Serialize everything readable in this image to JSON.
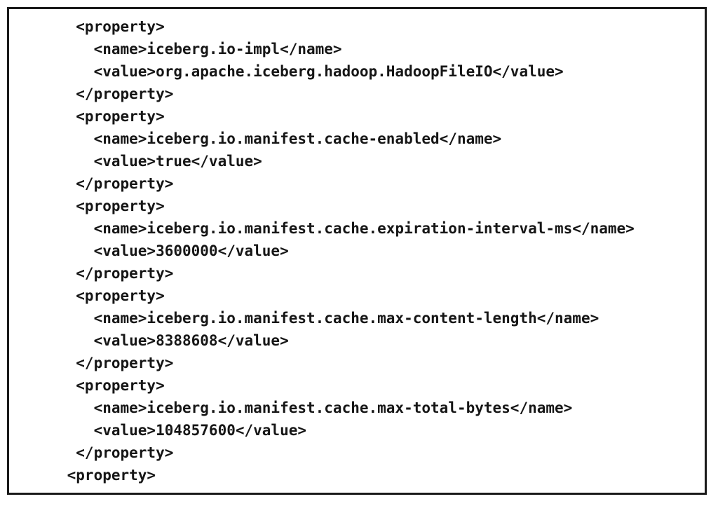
{
  "code_listing": {
    "lines": [
      "  <property>",
      "    <name>iceberg.io-impl</name>",
      "    <value>org.apache.iceberg.hadoop.HadoopFileIO</value>",
      "  </property>",
      "  <property>",
      "    <name>iceberg.io.manifest.cache-enabled</name>",
      "    <value>true</value>",
      "  </property>",
      "  <property>",
      "    <name>iceberg.io.manifest.cache.expiration-interval-ms</name>",
      "    <value>3600000</value>",
      "  </property>",
      "  <property>",
      "    <name>iceberg.io.manifest.cache.max-content-length</name>",
      "    <value>8388608</value>",
      "  </property>",
      "  <property>",
      "    <name>iceberg.io.manifest.cache.max-total-bytes</name>",
      "    <value>104857600</value>",
      "  </property>",
      " <property>"
    ],
    "properties": [
      {
        "name": "iceberg.io-impl",
        "value": "org.apache.iceberg.hadoop.HadoopFileIO"
      },
      {
        "name": "iceberg.io.manifest.cache-enabled",
        "value": "true"
      },
      {
        "name": "iceberg.io.manifest.cache.expiration-interval-ms",
        "value": "3600000"
      },
      {
        "name": "iceberg.io.manifest.cache.max-content-length",
        "value": "8388608"
      },
      {
        "name": "iceberg.io.manifest.cache.max-total-bytes",
        "value": "104857600"
      }
    ],
    "colors": {
      "text": "#161616",
      "background": "#ffffff",
      "border": "#1a1a1a"
    }
  }
}
